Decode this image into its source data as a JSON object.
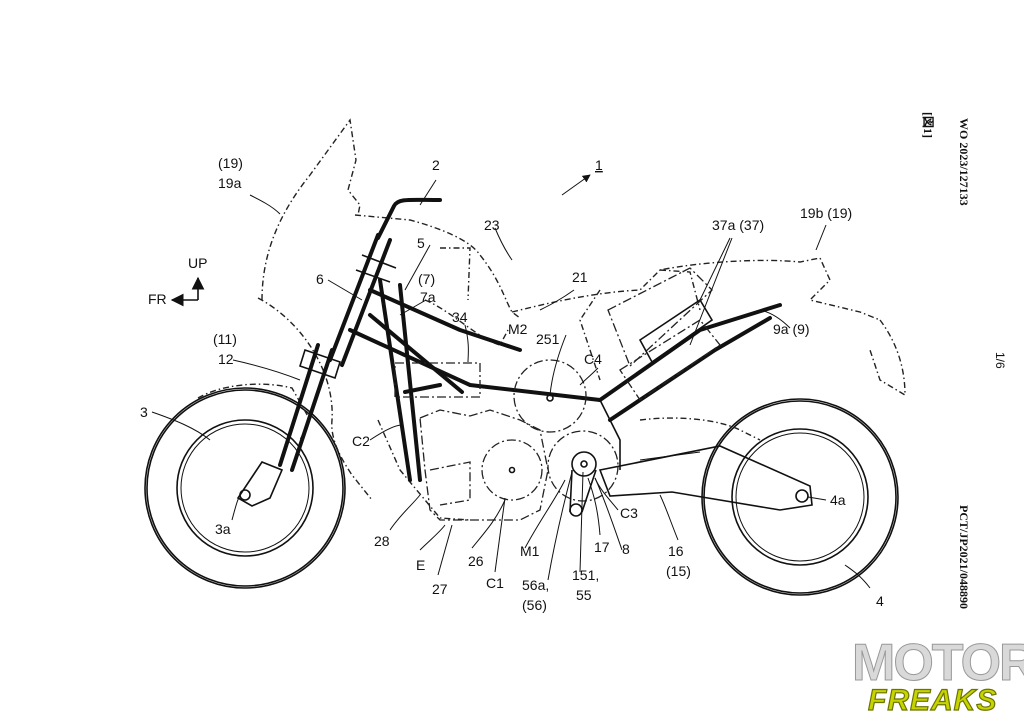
{
  "header": {
    "publication": "WO 2023/127133",
    "figure": "[図1]",
    "page": "1/6",
    "application": "PCT/JP2021/048890"
  },
  "orientation": {
    "up": "UP",
    "front": "FR"
  },
  "labels": {
    "n1": "1",
    "n2": "2",
    "n3": "3",
    "n3a": "3a",
    "n4": "4",
    "n4a": "4a",
    "n5": "5",
    "n6": "6",
    "n7": "(7)",
    "n7a": "7a",
    "n8": "8",
    "n9a": "9a (9)",
    "n11": "(11)",
    "n12": "12",
    "n16": "16",
    "n15": "(15)",
    "n17": "17",
    "n19p": "(19)",
    "n19a": "19a",
    "n19b": "19b (19)",
    "n21": "21",
    "n23": "23",
    "n26": "26",
    "n27": "27",
    "n28": "28",
    "n34": "34",
    "n37a": "37a (37)",
    "n56a": "56a,",
    "n56": "(56)",
    "n151": "151,",
    "n55": "55",
    "n251": "251",
    "m1": "M1",
    "m2": "M2",
    "c1": "C1",
    "c2": "C2",
    "c3": "C3",
    "c4": "C4",
    "e": "E"
  },
  "watermark": {
    "line1": "MOTOR",
    "line2": "FREAKS"
  }
}
